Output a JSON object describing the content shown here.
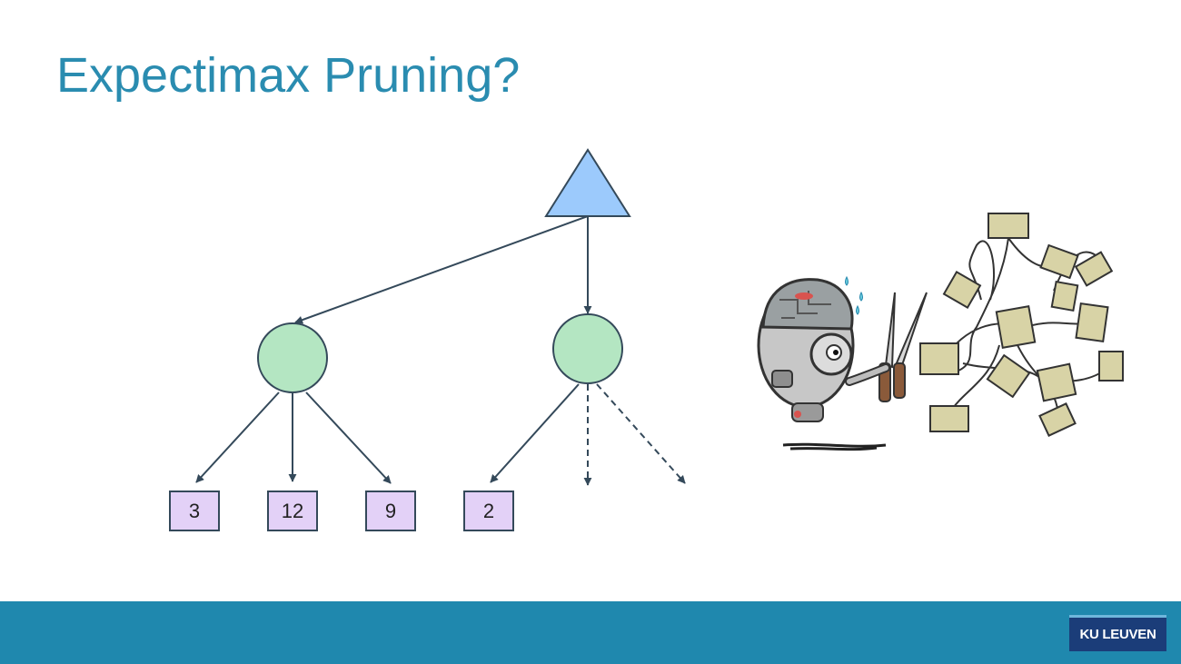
{
  "slide": {
    "title": "Expectimax Pruning?"
  },
  "tree": {
    "root": {
      "type": "max",
      "shape": "triangle",
      "color": "#9ccafc"
    },
    "chance_nodes": [
      {
        "type": "chance",
        "shape": "circle",
        "color": "#b4e6c2"
      },
      {
        "type": "chance",
        "shape": "circle",
        "color": "#b4e6c2"
      }
    ],
    "leaves": [
      {
        "value": "3"
      },
      {
        "value": "12"
      },
      {
        "value": "9"
      },
      {
        "value": "2"
      }
    ],
    "leaf_color": "#e3d1f7",
    "pruned_edges": 2,
    "edge_color": "#34495a"
  },
  "illustration": {
    "description_icon": "robot-pruning-icon"
  },
  "footer": {
    "logo_text": "KU LEUVEN",
    "bar_color": "#1f88ae"
  }
}
